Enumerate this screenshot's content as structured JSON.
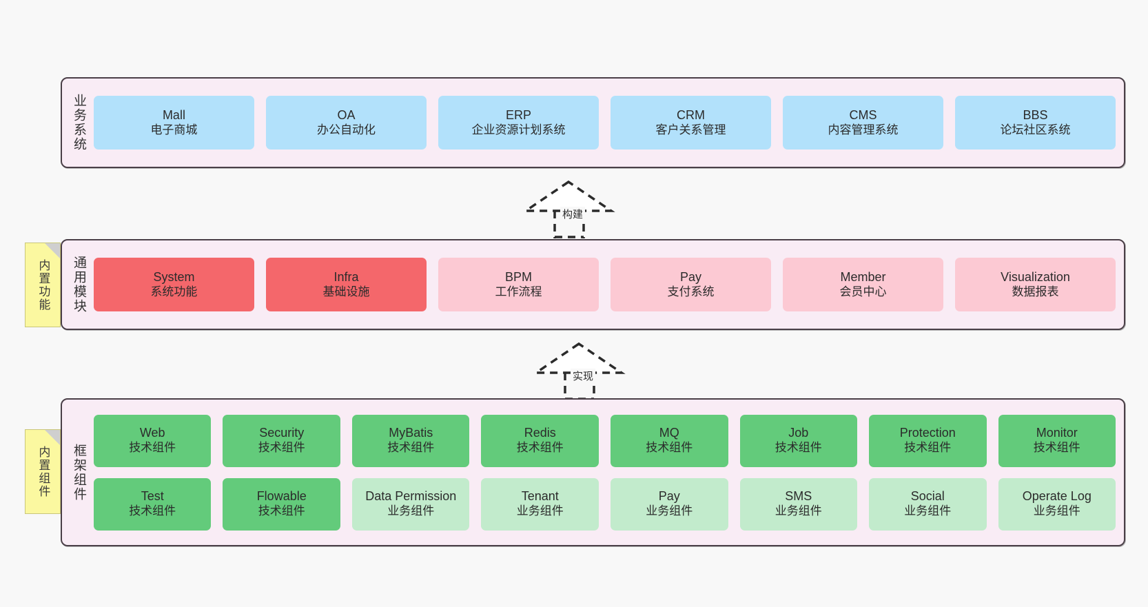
{
  "layers": [
    {
      "id": "business",
      "label": "业务系统",
      "rows": [
        [
          {
            "name": "Mall",
            "sub": "电子商城",
            "color": "blue"
          },
          {
            "name": "OA",
            "sub": "办公自动化",
            "color": "blue"
          },
          {
            "name": "ERP",
            "sub": "企业资源计划系统",
            "color": "blue"
          },
          {
            "name": "CRM",
            "sub": "客户关系管理",
            "color": "blue"
          },
          {
            "name": "CMS",
            "sub": "内容管理系统",
            "color": "blue"
          },
          {
            "name": "BBS",
            "sub": "论坛社区系统",
            "color": "blue"
          }
        ]
      ]
    },
    {
      "id": "modules",
      "label": "通用模块",
      "sticky": "内置功能",
      "rows": [
        [
          {
            "name": "System",
            "sub": "系统功能",
            "color": "red"
          },
          {
            "name": "Infra",
            "sub": "基础设施",
            "color": "red"
          },
          {
            "name": "BPM",
            "sub": "工作流程",
            "color": "pink"
          },
          {
            "name": "Pay",
            "sub": "支付系统",
            "color": "pink"
          },
          {
            "name": "Member",
            "sub": "会员中心",
            "color": "pink"
          },
          {
            "name": "Visualization",
            "sub": "数据报表",
            "color": "pink"
          }
        ]
      ]
    },
    {
      "id": "framework",
      "label": "框架组件",
      "sticky": "内置组件",
      "rows": [
        [
          {
            "name": "Web",
            "sub": "技术组件",
            "color": "green"
          },
          {
            "name": "Security",
            "sub": "技术组件",
            "color": "green"
          },
          {
            "name": "MyBatis",
            "sub": "技术组件",
            "color": "green"
          },
          {
            "name": "Redis",
            "sub": "技术组件",
            "color": "green"
          },
          {
            "name": "MQ",
            "sub": "技术组件",
            "color": "green"
          },
          {
            "name": "Job",
            "sub": "技术组件",
            "color": "green"
          },
          {
            "name": "Protection",
            "sub": "技术组件",
            "color": "green"
          },
          {
            "name": "Monitor",
            "sub": "技术组件",
            "color": "green"
          }
        ],
        [
          {
            "name": "Test",
            "sub": "技术组件",
            "color": "green"
          },
          {
            "name": "Flowable",
            "sub": "技术组件",
            "color": "green"
          },
          {
            "name": "Data Permission",
            "sub": "业务组件",
            "color": "mint"
          },
          {
            "name": "Tenant",
            "sub": "业务组件",
            "color": "mint"
          },
          {
            "name": "Pay",
            "sub": "业务组件",
            "color": "mint"
          },
          {
            "name": "SMS",
            "sub": "业务组件",
            "color": "mint"
          },
          {
            "name": "Social",
            "sub": "业务组件",
            "color": "mint"
          },
          {
            "name": "Operate Log",
            "sub": "业务组件",
            "color": "mint"
          }
        ]
      ]
    }
  ],
  "connectors": [
    {
      "id": "build",
      "label": "构建"
    },
    {
      "id": "implement",
      "label": "实现"
    }
  ],
  "colors": {
    "panel_bg": "#f9ecf5",
    "panel_border": "#4a3f47",
    "blue": "#b2e1fb",
    "red": "#f4676b",
    "pink": "#fcc9d3",
    "green": "#63cb7b",
    "mint": "#c2ebcc",
    "sticky": "#fbf8a0",
    "page_bg": "#f8f8f8"
  }
}
